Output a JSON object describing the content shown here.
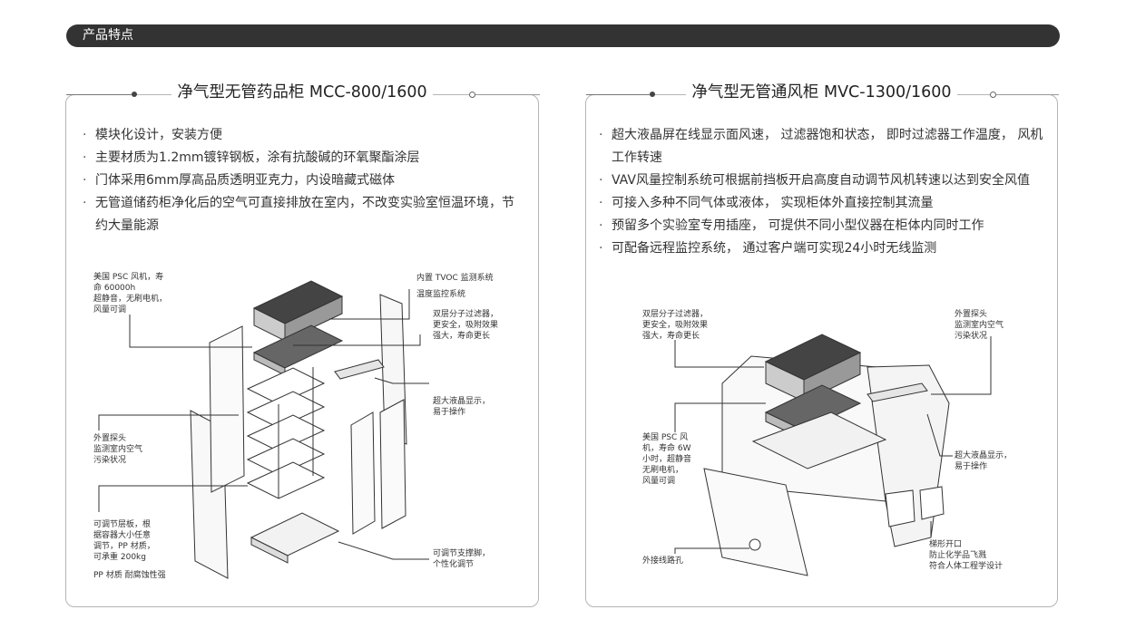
{
  "section": {
    "title": "产品特点"
  },
  "left": {
    "title": "净气型无管药品柜  MCC-800/1600",
    "features": [
      "模块化设计，安装方便",
      "主要材质为1.2mm镀锌钢板，涂有抗酸碱的环氧聚酯涂层",
      "门体采用6mm厚高品质透明亚克力，内设暗藏式磁体",
      "无管道储药柜净化后的空气可直接排放在室内，不改变实验室恒温环境，节约大量能源"
    ],
    "callouts": {
      "fan": "美国 PSC 风机，寿\n命 60000h\n超静音，无刷电机，\n风量可调",
      "tvoc": "内置 TVOC 监测系统",
      "temp": "温度监控系统",
      "filter": "双层分子过滤器，\n更安全，吸附效果\n强大，寿命更长",
      "lcd": "超大液晶显示，\n易于操作",
      "probe": "外置探头\n监测室内空气\n污染状况",
      "shelf": "可调节层板，根\n据容器大小任意\n调节，PP 材质，\n可承重 200kg",
      "pp": "PP 材质 耐腐蚀性强",
      "foot": "可调节支撑脚，\n个性化调节"
    }
  },
  "right": {
    "title": "净气型无管通风柜  MVC-1300/1600",
    "features": [
      "超大液晶屏在线显示面风速， 过滤器饱和状态， 即时过滤器工作温度， 风机工作转速",
      "VAV风量控制系统可根据前挡板开启高度自动调节风机转速以达到安全风值",
      "可接入多种不同气体或液体， 实现柜体外直接控制其流量",
      "预留多个实验室专用插座， 可提供不同小型仪器在柜体内同时工作",
      "可配备远程监控系统， 通过客户端可实现24小时无线监测"
    ],
    "callouts": {
      "filter": "双层分子过滤器，\n更安全，吸附效果\n强大，寿命更长",
      "probe": "外置探头\n监测室内空气\n污染状况",
      "fan": "美国 PSC 风\n机，寿命 6W\n小时，超静音\n无刷电机，\n风量可调",
      "lcd": "超大液晶显示，\n易于操作",
      "hole": "外接线路孔",
      "opening": "梯形开口\n防止化学品飞溅\n符合人体工程学设计"
    }
  }
}
